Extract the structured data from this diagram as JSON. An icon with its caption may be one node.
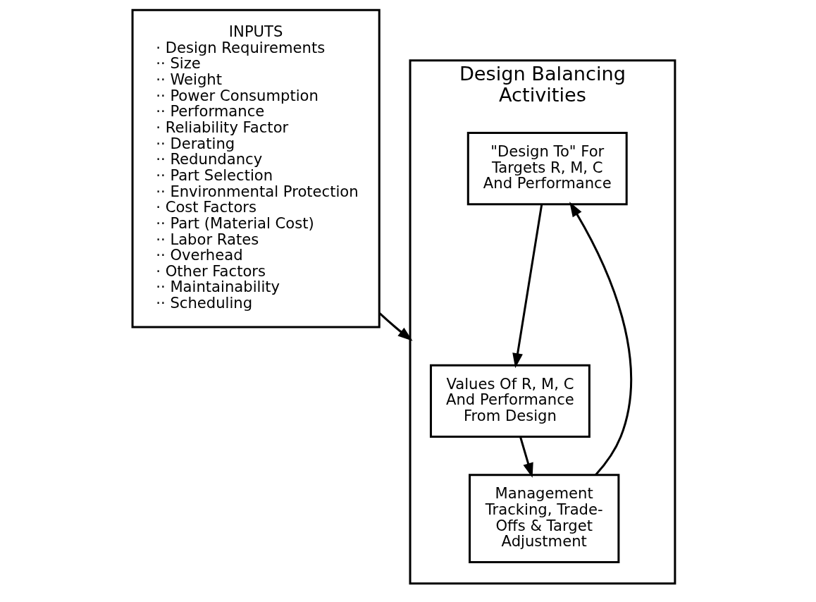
{
  "diagram": {
    "nodes": [
      {
        "text": [
          "INPUTS",
          "· Design Requirements",
          "·· Size",
          "·· Weight",
          "·· Power Consumption",
          "·· Performance",
          "· Reliability Factor",
          "·· Derating",
          "·· Redundancy",
          "·· Part Selection",
          "·· Environmental Protection",
          "· Cost Factors",
          "·· Part (Material Cost)",
          "·· Labor Rates",
          "·· Overhead",
          "· Other Factors",
          "·· Maintainability",
          "·· Scheduling"
        ]
      },
      {
        "text": [
          "Design Balancing Activities"
        ]
      },
      {
        "text": [
          "\"Design To\" For Targets R, M, C And Performance"
        ],
        "in": 1
      },
      {
        "text": [
          "Values Of R, M, C And Performance From Design"
        ],
        "in": 1
      },
      {
        "text": [
          "Management Tracking, Trade-Offs & Target Adjustment"
        ],
        "in": 1
      }
    ],
    "edges": [
      {
        "from": 0,
        "to": 1,
        "arrow": "to"
      },
      {
        "from": 2,
        "to": 3,
        "arrow": "to"
      },
      {
        "from": 3,
        "to": 4,
        "arrow": "to"
      },
      {
        "from": 4,
        "to": 2,
        "arrow": "to"
      }
    ]
  }
}
